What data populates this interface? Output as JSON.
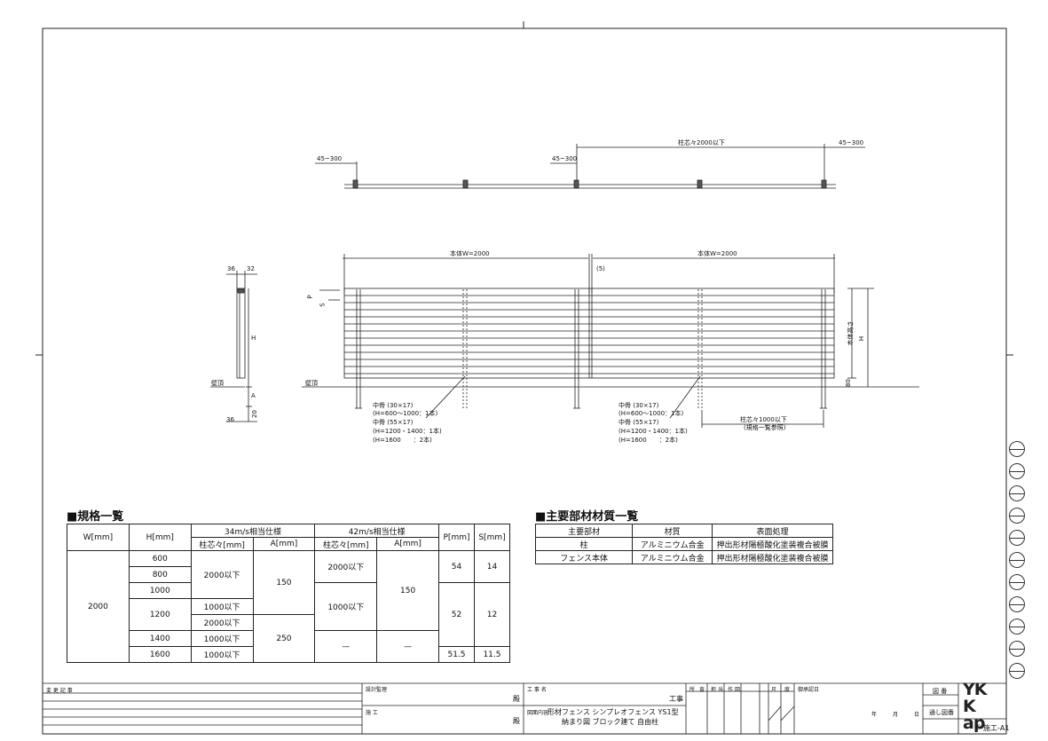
{
  "drawing": {
    "plan_labels": {
      "left_offset": "45~300",
      "mid_offset": "45~300",
      "pitch": "柱芯々2000以下",
      "right_offset": "45~300"
    },
    "elev_labels": {
      "width_left": "本体W=2000",
      "width_right": "本体W=2000",
      "gap": "(5)",
      "p": "P",
      "s": "S",
      "height_body": "本体高さ",
      "h": "H",
      "a80": "80",
      "wall_top": "壁頂",
      "pitch_note": "柱芯々1000以下",
      "pitch_sub": "(規格一覧参照)"
    },
    "notes_left": [
      "中骨 (30×17)",
      "(H=600～1000：1本)",
      "中骨 (55×17)",
      "(H=1200・1400：1本)",
      "(H=1600　　：2本)"
    ],
    "notes_right": [
      "中骨 (30×17)",
      "(H=600～1000：1本)",
      "中骨 (55×17)",
      "(H=1200・1400：1本)",
      "(H=1600　　：2本)"
    ],
    "side_labels": {
      "d36": "36",
      "d32": "32",
      "h": "H",
      "a": "A",
      "d36b": "36",
      "d20": "20",
      "wall_top": "壁頂"
    }
  },
  "spec_table": {
    "title": "■規格一覧",
    "h_w": "W[mm]",
    "h_h": "H[mm]",
    "h_34": "34m/s相当仕様",
    "h_42": "42m/s相当仕様",
    "h_p": "P[mm]",
    "h_s": "S[mm]",
    "h_pitch34": "柱芯々[mm]",
    "h_a34": "A[mm]",
    "h_pitch42": "柱芯々[mm]",
    "h_a42": "A[mm]",
    "w": "2000",
    "h_values": [
      "600",
      "800",
      "1000",
      "1200",
      "1400",
      "1600"
    ],
    "pitch34": [
      "2000以下",
      "1000以下",
      "2000以下",
      "1000以下",
      "1000以下"
    ],
    "a34": [
      "150",
      "250"
    ],
    "pitch42": [
      "2000以下",
      "1000以下",
      "—"
    ],
    "a42": [
      "150",
      "—"
    ],
    "p": [
      "54",
      "52",
      "51.5"
    ],
    "s": [
      "14",
      "12",
      "11.5"
    ]
  },
  "material_table": {
    "title": "■主要部材材質一覧",
    "headers": [
      "主要部材",
      "材質",
      "表面処理"
    ],
    "rows": [
      [
        "柱",
        "アルミニウム合金",
        "押出形材陽極酸化塗装複合被膜"
      ],
      [
        "フェンス本体",
        "アルミニウム合金",
        "押出形材陽極酸化塗装複合被膜"
      ]
    ]
  },
  "title_block": {
    "change_record": "変 更 記 事",
    "design_supervision": "設計監理",
    "construction": "施 工",
    "honorific1": "殿",
    "honorific2": "殿",
    "project_name_label": "工 事 名",
    "project_suffix": "工事",
    "drawing_content_label": "図面内容",
    "drawing_line1": "形材フェンス シンプレオフェンス YS1型",
    "drawing_line2": "納まり図 ブロック建て 自由柱",
    "stamp_cols": [
      "所",
      "査",
      "担",
      "当",
      "作",
      "図",
      "尺",
      "度"
    ],
    "approval_date": "御承認日",
    "date_fields": [
      "年",
      "月",
      "日"
    ],
    "drawing_no": "図 番",
    "serial_no": "通し図番",
    "logo": "YKK ap",
    "sheet_code": "施工-A1",
    "copyright": "©"
  }
}
